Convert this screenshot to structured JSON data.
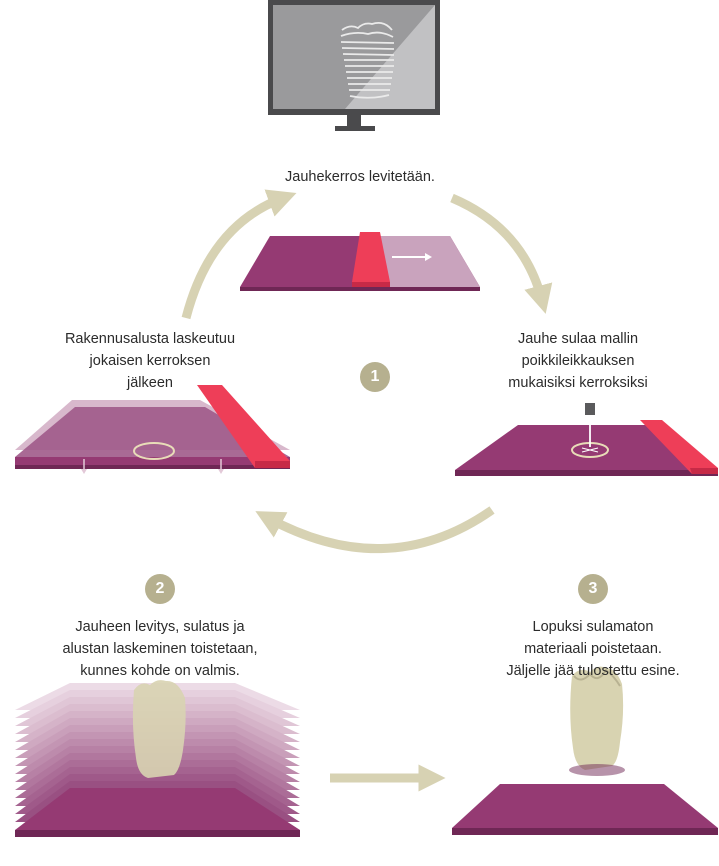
{
  "steps": {
    "top": {
      "text": "Jauhekerros levitetään."
    },
    "right": {
      "lines": [
        "Jauhe sulaa mallin",
        "poikkileikkauksen",
        "mukaisiksi kerroksiksi"
      ]
    },
    "left": {
      "lines": [
        "Rakennusalusta laskeutuu",
        "jokaisen kerroksen",
        "jälkeen"
      ]
    },
    "center_badge": "1"
  },
  "stage2": {
    "badge": "2",
    "lines": [
      "Jauheen levitys, sulatus ja",
      "alustan laskeminen toistetaan,",
      "kunnes kohde on valmis."
    ]
  },
  "stage3": {
    "badge": "3",
    "lines": [
      "Lopuksi sulamaton",
      "materiaali poistetaan.",
      "Jäljelle jää tulostettu esine."
    ]
  },
  "icons": [
    "monitor-icon",
    "powder-bed-icon",
    "laser-icon",
    "stacked-layers-icon",
    "printed-object-icon",
    "cycle-arrow-icon",
    "right-arrow-icon"
  ],
  "colors": {
    "platform": "#953a73",
    "platform_light": "#c9a3bd",
    "recoater": "#ee3e58",
    "arrow": "#d7d2b3",
    "badge": "#b6b08f",
    "object": "#d8d3b1"
  }
}
